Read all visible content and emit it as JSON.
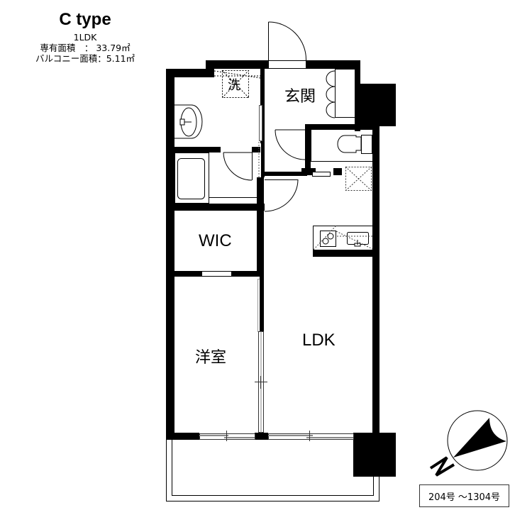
{
  "header": {
    "type_name": "C type",
    "layout": "1LDK",
    "floor_area": "専有面積　：  33.79㎡",
    "balcony_area": "バルコニー面積：5.11㎡"
  },
  "rooms": {
    "laundry": "洗",
    "entrance": "玄関",
    "wic": "WIC",
    "western_room": "洋室",
    "ldk": "LDK"
  },
  "compass": {
    "north_label": "N",
    "icon": "compass-north-arrow-icon"
  },
  "unit_range": "204号 ～1304号",
  "colors": {
    "wall": "#000000",
    "line": "#333333",
    "window": "#888888",
    "background": "#ffffff"
  }
}
